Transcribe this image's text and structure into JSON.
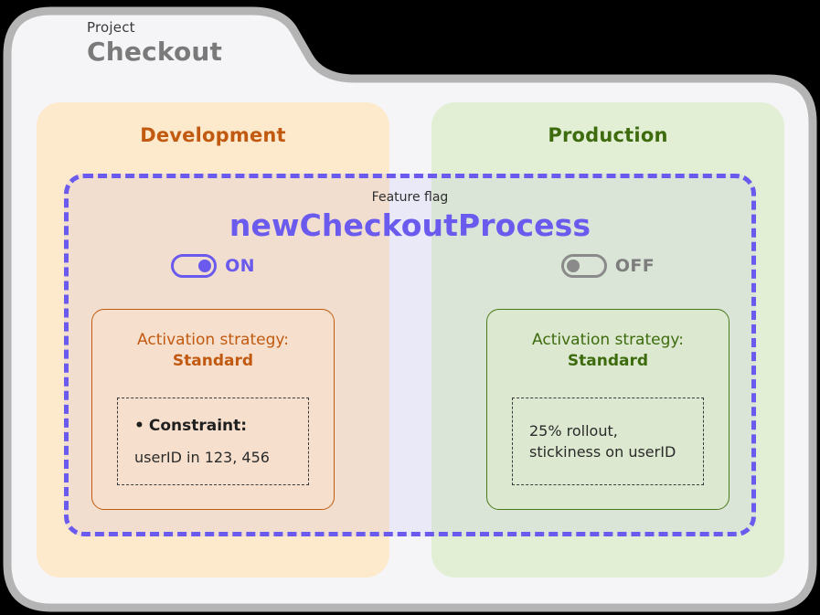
{
  "header": {
    "kicker": "Project",
    "name": "Checkout"
  },
  "feature_flag": {
    "kicker": "Feature flag",
    "name": "newCheckoutProcess",
    "frame_color": "#6a5aed"
  },
  "environments": [
    {
      "id": "development",
      "title": "Development",
      "accent": "#c15a10",
      "panel_color": "#fde9cc",
      "toggle": {
        "state": "on",
        "label": "ON",
        "color": "#6a5aed"
      },
      "strategy": {
        "label": "Activation strategy:",
        "value": "Standard",
        "detail_kind": "constraint",
        "constraint_bullet": "•",
        "constraint_label": "Constraint:",
        "constraint_value": "userID in 123, 456"
      }
    },
    {
      "id": "production",
      "title": "Production",
      "accent": "#3d6b0d",
      "panel_color": "#e3efd5",
      "toggle": {
        "state": "off",
        "label": "OFF",
        "color": "#8a8a8a"
      },
      "strategy": {
        "label": "Activation strategy:",
        "value": "Standard",
        "detail_kind": "rollout",
        "rollout_line_1": "25% rollout,",
        "rollout_line_2": "stickiness on userID"
      }
    }
  ],
  "card": {
    "background": "#f5f5f8",
    "border": "#b4b4b4"
  }
}
